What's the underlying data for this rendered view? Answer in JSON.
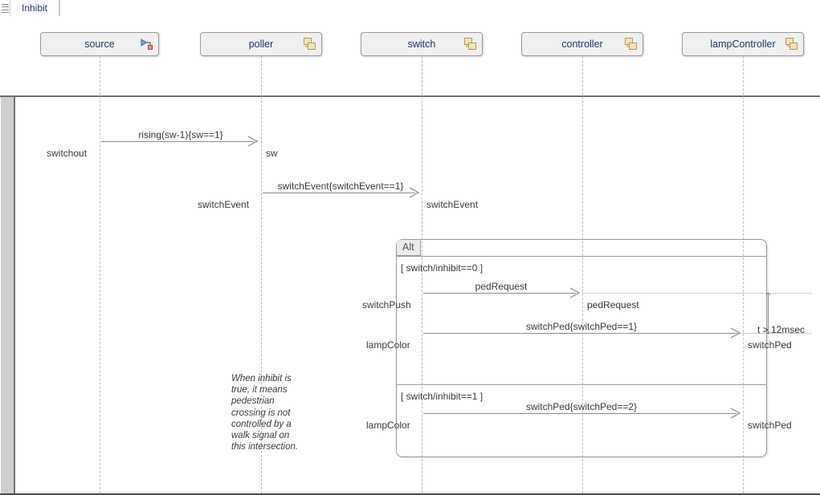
{
  "window": {
    "tab_label": "Inhibit",
    "tab_empty_label": "",
    "menu_icon": "hamburger-icon"
  },
  "colors": {
    "lifeline_head_fill": "#efefef",
    "lifeline_head_border": "#9a9a9a",
    "lifeline_label": "#1f3864",
    "message_line": "#8b8b8b",
    "text": "#3a3a3a",
    "fragment_tab_fill": "#ebebeb",
    "gutter": "#cfcfcf",
    "component_icon": "#e8d8a8",
    "signal_icon_blue": "#4a74c8",
    "signal_icon_red": "#c0392b"
  },
  "lifelines": [
    {
      "name": "source",
      "icon": "signal-port-icon"
    },
    {
      "name": "poller",
      "icon": "component-icon"
    },
    {
      "name": "switch",
      "icon": "component-icon"
    },
    {
      "name": "controller",
      "icon": "component-icon"
    },
    {
      "name": "lampController",
      "icon": "component-icon"
    }
  ],
  "messages": [
    {
      "label": "rising(sw-1){sw==1}",
      "send_port": "switchout",
      "recv_port": "sw"
    },
    {
      "label": "switchEvent{switchEvent==1}",
      "send_port": "switchEvent",
      "recv_port": "switchEvent"
    },
    {
      "label": "pedRequest",
      "send_port": "switchPush",
      "recv_port": "pedRequest"
    },
    {
      "label": "switchPed{switchPed==1}",
      "send_port": "lampColor",
      "recv_port": "switchPed"
    },
    {
      "label": "switchPed{switchPed==2}",
      "send_port": "lampColor",
      "recv_port": "switchPed"
    }
  ],
  "fragment": {
    "operator": "Alt",
    "guards": [
      "[ switch/inhibit==0 ]",
      "[ switch/inhibit==1 ]"
    ]
  },
  "duration_constraint": {
    "label": "t > 12msec"
  },
  "note": {
    "text": "When inhibit is true, it means pedestrian crossing is not controlled by a walk signal on this intersection."
  }
}
